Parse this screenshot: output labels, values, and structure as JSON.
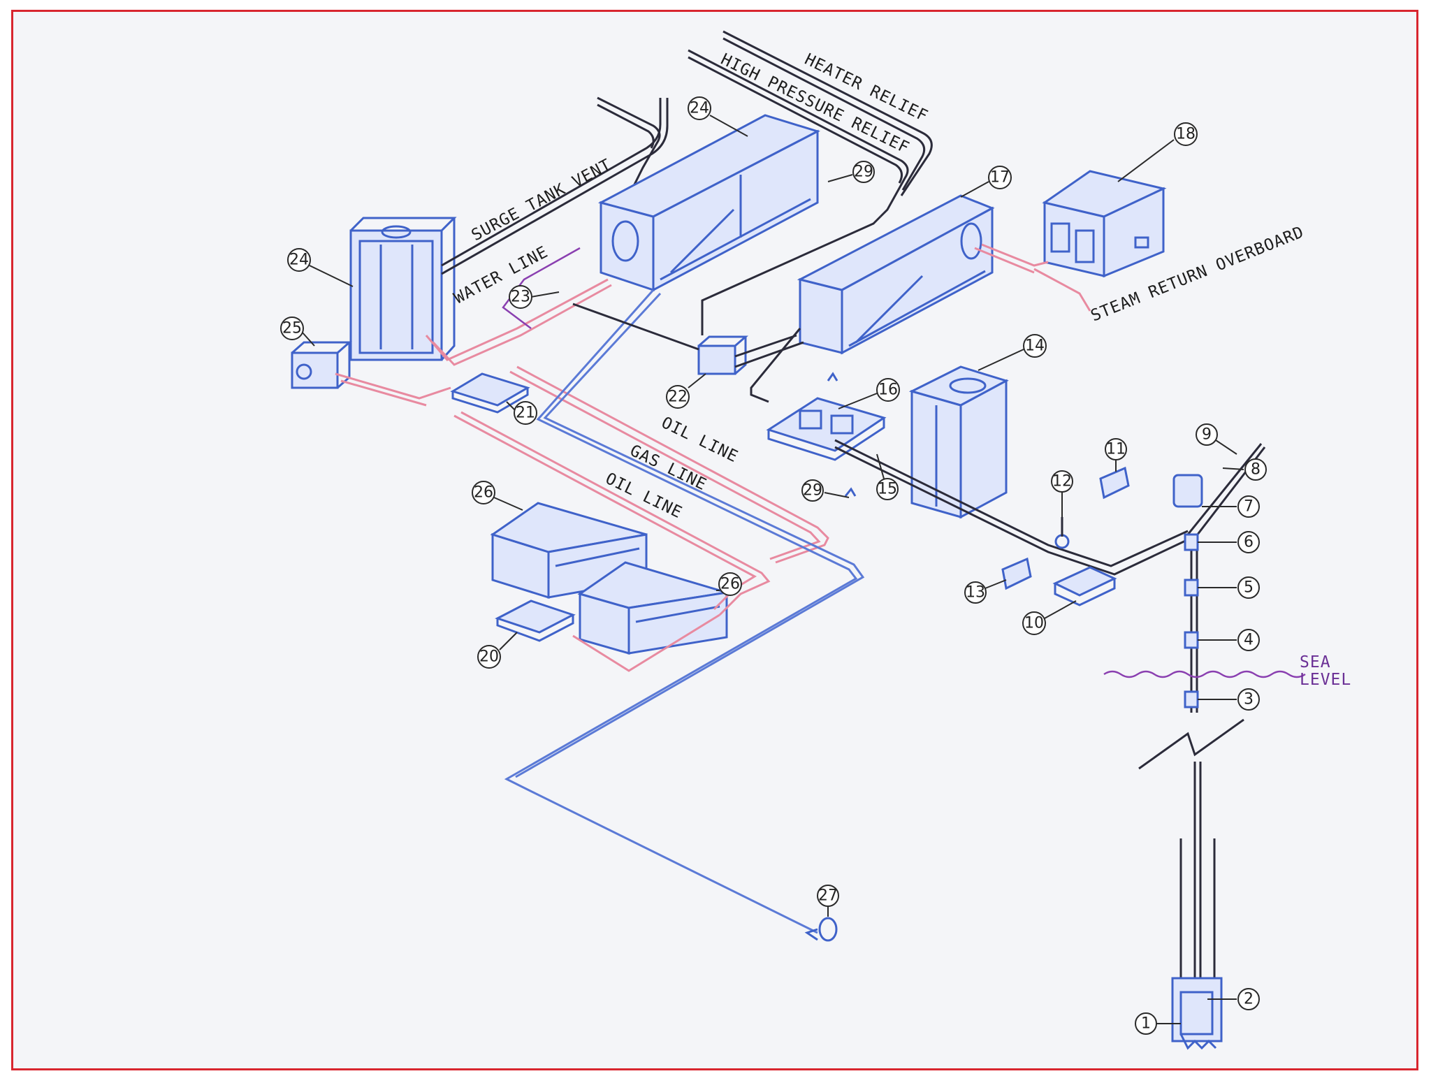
{
  "labels": {
    "heater_relief": "HEATER RELIEF",
    "high_pressure_relief": "HIGH PRESSURE RELIEF",
    "surge_tank_vent": "SURGE TANK VENT",
    "water_line": "WATER LINE",
    "steam_return_overboard": "STEAM RETURN OVERBOARD",
    "oil_line_upper": "OIL LINE",
    "gas_line": "GAS LINE",
    "oil_line_lower": "OIL LINE",
    "sea": "SEA",
    "level": "LEVEL"
  },
  "callouts": [
    "1",
    "2",
    "3",
    "4",
    "5",
    "6",
    "7",
    "8",
    "9",
    "10",
    "11",
    "12",
    "13",
    "14",
    "15",
    "16",
    "17",
    "18",
    "20",
    "21",
    "22",
    "23",
    "24",
    "24",
    "25",
    "26",
    "26",
    "27",
    "29",
    "29"
  ],
  "colors": {
    "frame": "#d8262f",
    "equipment": "#3f62c9",
    "steam_line": "#e88aa0",
    "gas_line": "#5b7ad6",
    "dark_line": "#2b2b3a",
    "sea_level": "#8a3fb0"
  }
}
